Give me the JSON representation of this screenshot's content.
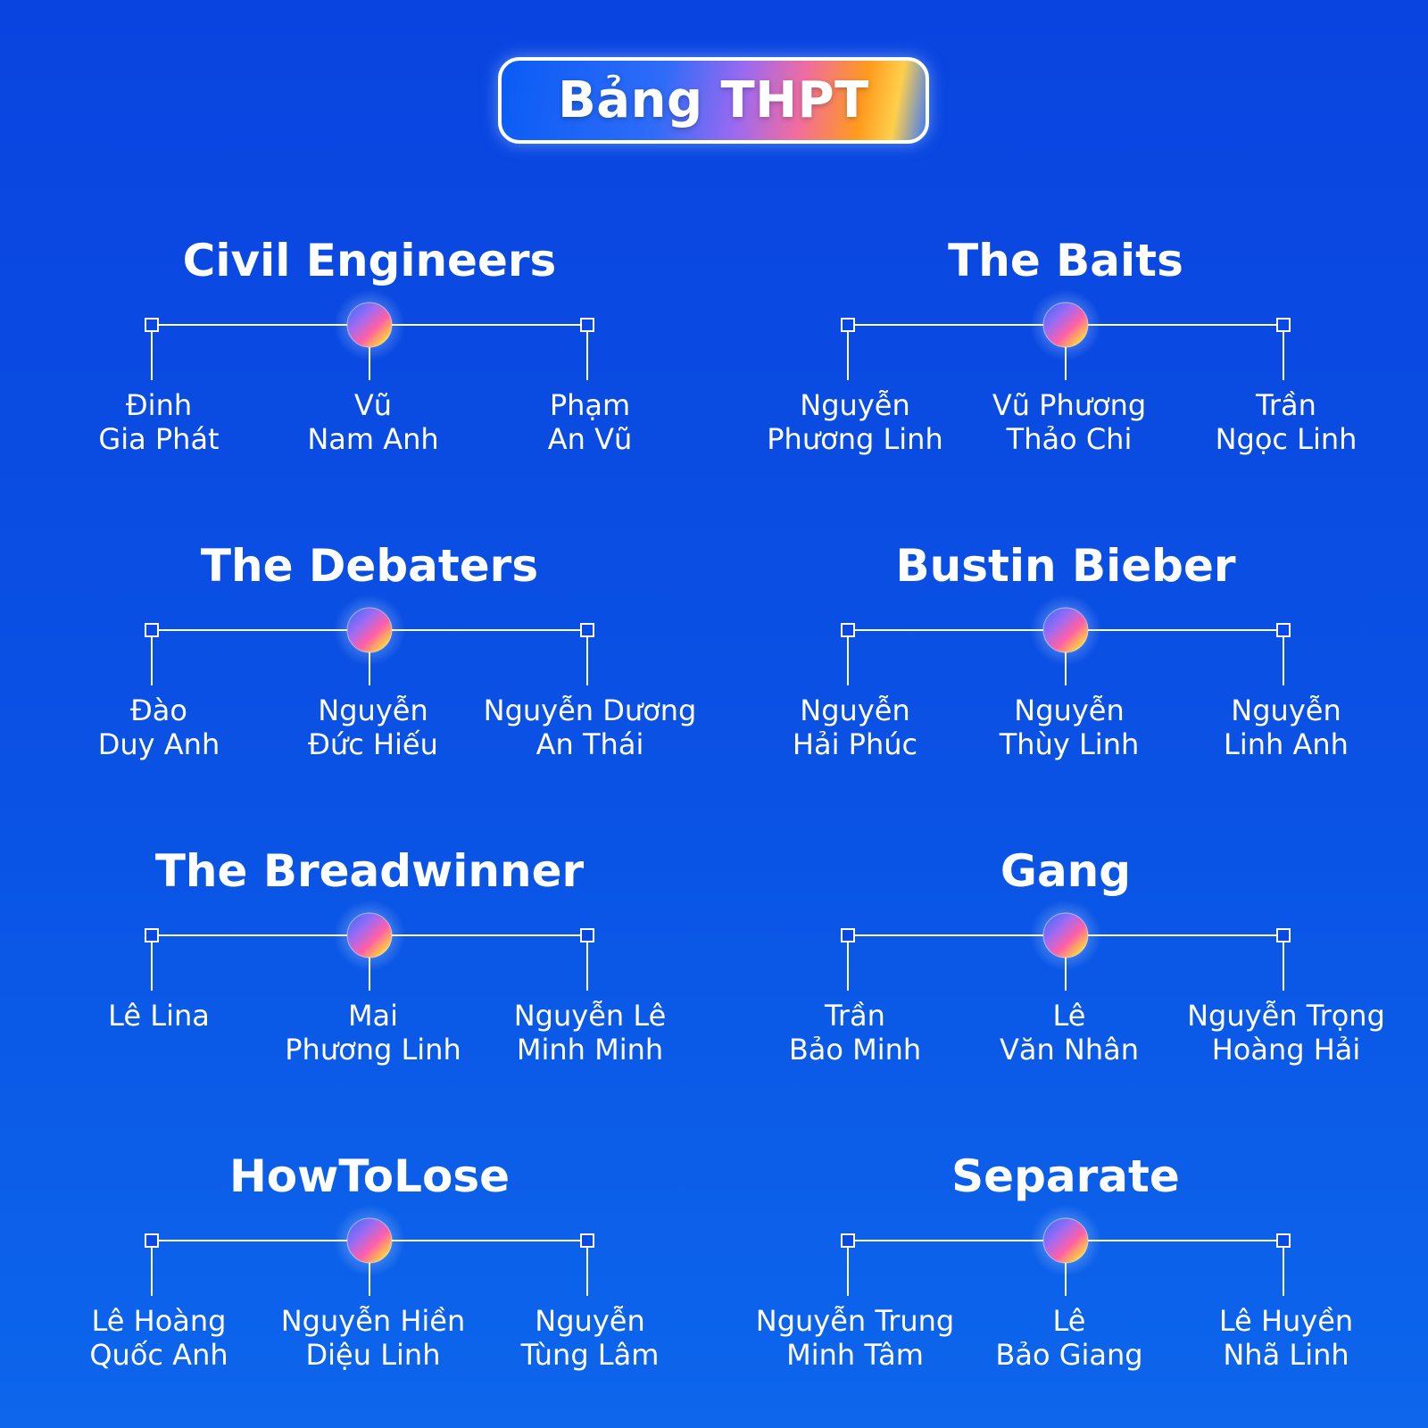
{
  "header": {
    "title": "Bảng THPT"
  },
  "teams": [
    {
      "name": "Civil Engineers",
      "members": [
        "Đinh\nGia Phát",
        "Vũ\nNam Anh",
        "Phạm\nAn Vũ"
      ]
    },
    {
      "name": "The Baits",
      "members": [
        "Nguyễn\nPhương Linh",
        "Vũ Phương\nThảo Chi",
        "Trần\nNgọc Linh"
      ]
    },
    {
      "name": "The Debaters",
      "members": [
        "Đào\nDuy Anh",
        "Nguyễn\nĐức Hiếu",
        "Nguyễn Dương\nAn Thái"
      ]
    },
    {
      "name": "Bustin Bieber",
      "members": [
        "Nguyễn\nHải Phúc",
        "Nguyễn\nThùy Linh",
        "Nguyễn\nLinh Anh"
      ]
    },
    {
      "name": "The Breadwinner",
      "members": [
        "Lê Lina",
        "Mai\nPhương Linh",
        "Nguyễn Lê\nMinh Minh"
      ]
    },
    {
      "name": "Gang",
      "members": [
        "Trần\nBảo Minh",
        "Lê\nVăn Nhân",
        "Nguyễn Trọng\nHoàng Hải"
      ]
    },
    {
      "name": "HowToLose",
      "members": [
        "Lê Hoàng\nQuốc Anh",
        "Nguyễn Hiền\nDiệu Linh",
        "Nguyễn\nTùng Lâm"
      ]
    },
    {
      "name": "Separate",
      "members": [
        "Nguyễn Trung\nMinh Tâm",
        "Lê\nBảo Giang",
        "Lê Huyền\nNhã Linh"
      ]
    }
  ]
}
